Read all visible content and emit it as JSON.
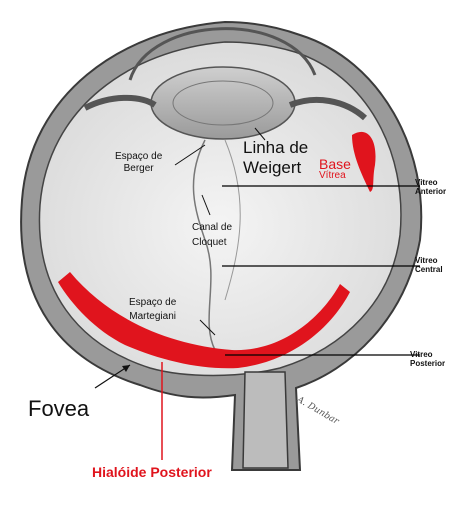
{
  "labels": {
    "linha_de_weigert": "Linha de\nWeigert",
    "espaco_de_berger": "Espaço de\nBerger",
    "base_vitrea_1": "Base",
    "base_vitrea_2": "Vítrea",
    "vitreo_anterior": "Vitreo\nAnterior",
    "canal_de_cloquet": "Canal de\nCloquet",
    "vitreo_central": "Vitreo\nCentral",
    "espaco_de_martegiani": "Espaço de\nMartegiani",
    "vitreo_posterior": "Vitreo\nPosterior",
    "fovea": "Fovea",
    "hialoide_posterior": "Hialóide Posterior",
    "signature": "A. Dunbar"
  },
  "colors": {
    "accent_red": "#e0141d",
    "outline": "#3a3a3a",
    "sclera_fill": "#8a8a8a",
    "vitreous_fill": "#e8e8e8"
  }
}
